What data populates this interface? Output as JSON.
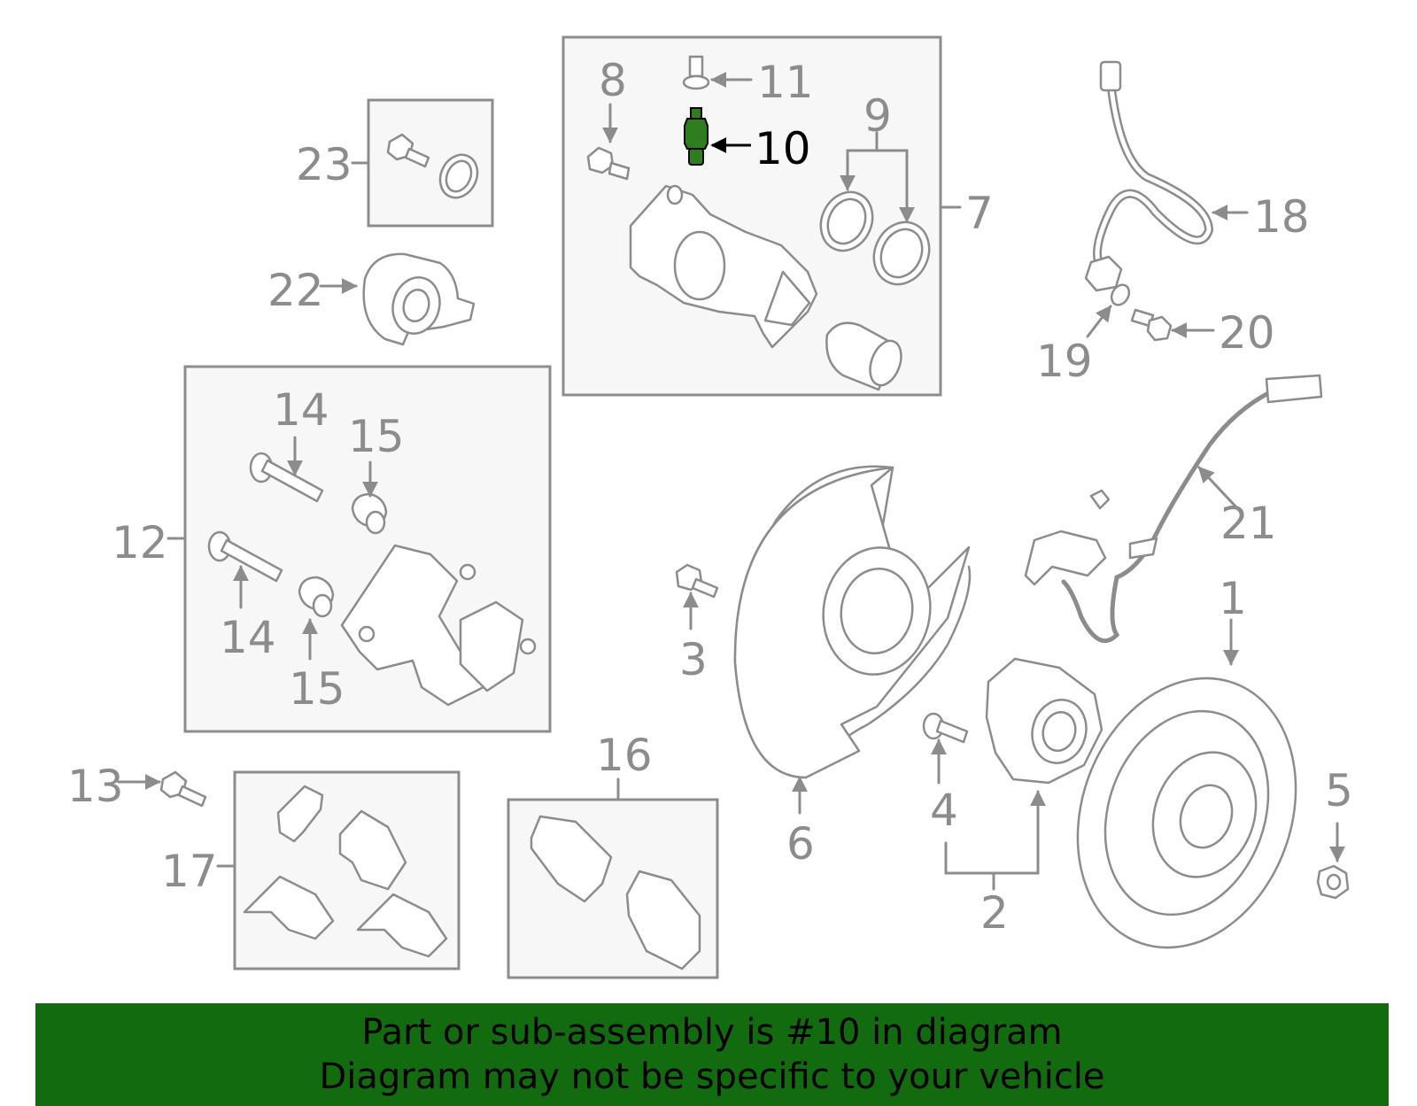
{
  "diagram": {
    "callouts": {
      "n1": "1",
      "n2": "2",
      "n3": "3",
      "n4": "4",
      "n5": "5",
      "n6": "6",
      "n7": "7",
      "n8": "8",
      "n9": "9",
      "n10": "10",
      "n11": "11",
      "n12": "12",
      "n13": "13",
      "n14a": "14",
      "n14b": "14",
      "n15a": "15",
      "n15b": "15",
      "n16": "16",
      "n17": "17",
      "n18": "18",
      "n19": "19",
      "n20": "20",
      "n21": "21",
      "n22": "22",
      "n23": "23"
    },
    "highlighted_part": "10",
    "colors": {
      "line_gray": "#8c8c8c",
      "box_fill": "#f7f7f7",
      "highlight_green": "#136b0f",
      "part_highlight": "#2e7d1e"
    }
  },
  "caption": {
    "line1": "Part or sub-assembly is #10 in diagram",
    "line2": "Diagram may not be specific to your vehicle"
  }
}
